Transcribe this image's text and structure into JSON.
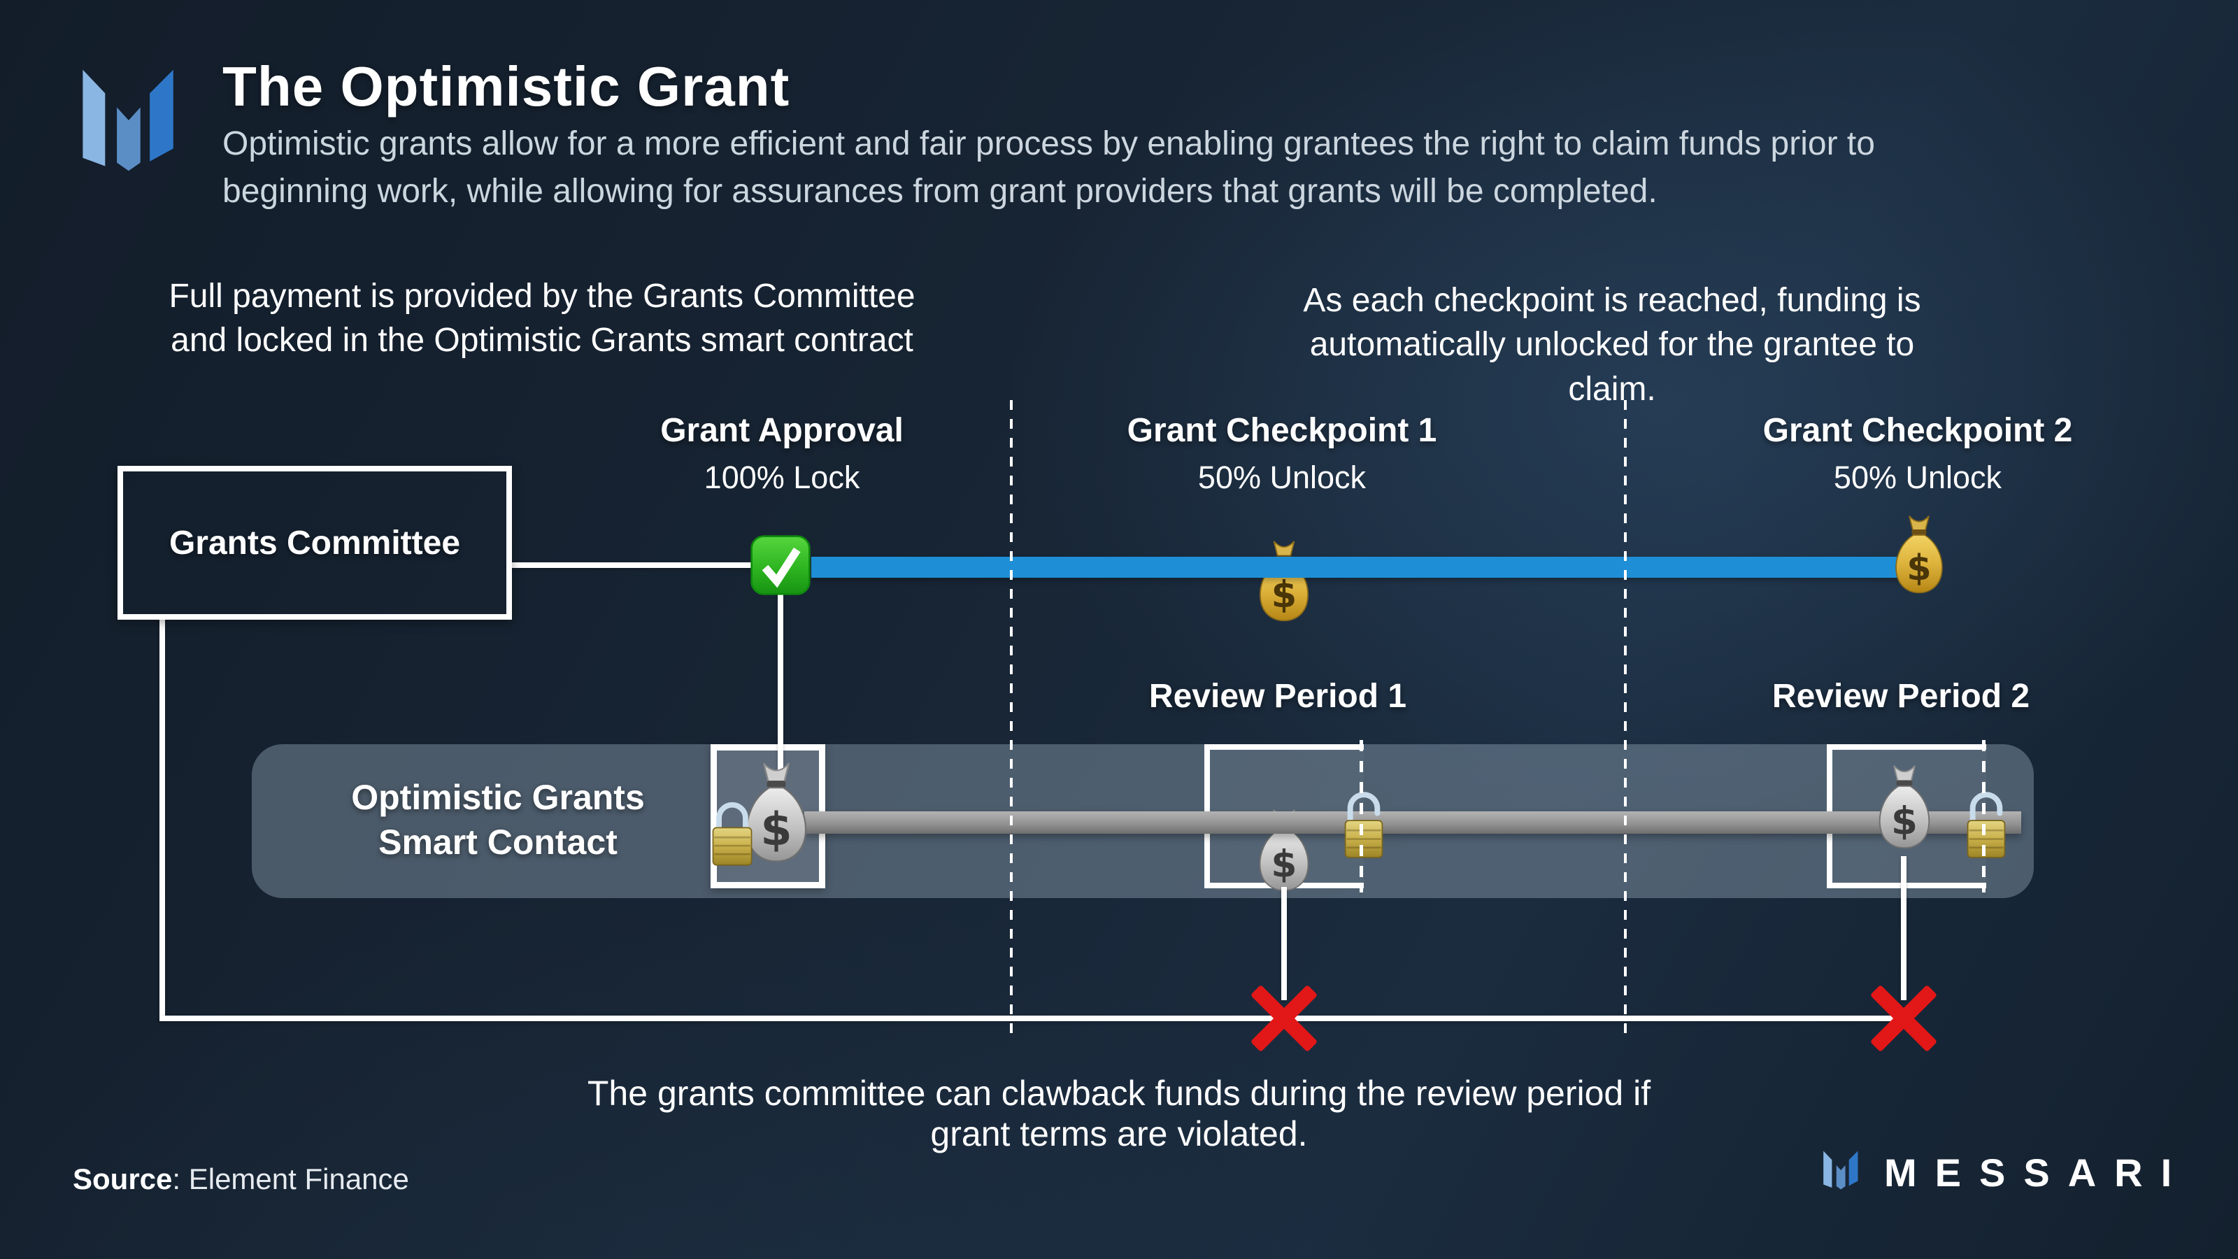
{
  "header": {
    "title": "The Optimistic Grant",
    "subtitle": "Optimistic grants allow for a more efficient and fair process by enabling grantees the right to claim funds prior to\nbeginning work, while allowing for assurances from grant providers that grants will be completed."
  },
  "intro": {
    "left": "Full payment is provided by the Grants Committee\nand locked in the Optimistic Grants smart contract",
    "right": "As each checkpoint is reached, funding is\nautomatically unlocked for the grantee to claim."
  },
  "committee": {
    "label": "Grants Committee"
  },
  "contract": {
    "label": "Optimistic Grants\nSmart Contact"
  },
  "stages": [
    {
      "title": "Grant Approval",
      "status": "100% Lock"
    },
    {
      "title": "Grant Checkpoint 1",
      "status": "50% Unlock"
    },
    {
      "title": "Grant Checkpoint 2",
      "status": "50% Unlock"
    }
  ],
  "review_periods": [
    {
      "label": "Review Period 1"
    },
    {
      "label": "Review Period 2"
    }
  ],
  "footer": {
    "note": "The grants committee can clawback funds during the review period if grant terms are violated.",
    "source_label": "Source",
    "source_value": ": Element Finance",
    "brand": "MESSARI"
  },
  "colors": {
    "unlocked_bar_blue": "#1e8fd6",
    "locked_bar_grey": "#8f8f8f",
    "check_green": "#2eb521",
    "clawback_red": "#e21717",
    "lock_gold": "#c9b04a",
    "logo_blue_light": "#8ab6e3",
    "logo_blue_mid": "#5c8ec6",
    "logo_blue_dark": "#2e77c8"
  }
}
